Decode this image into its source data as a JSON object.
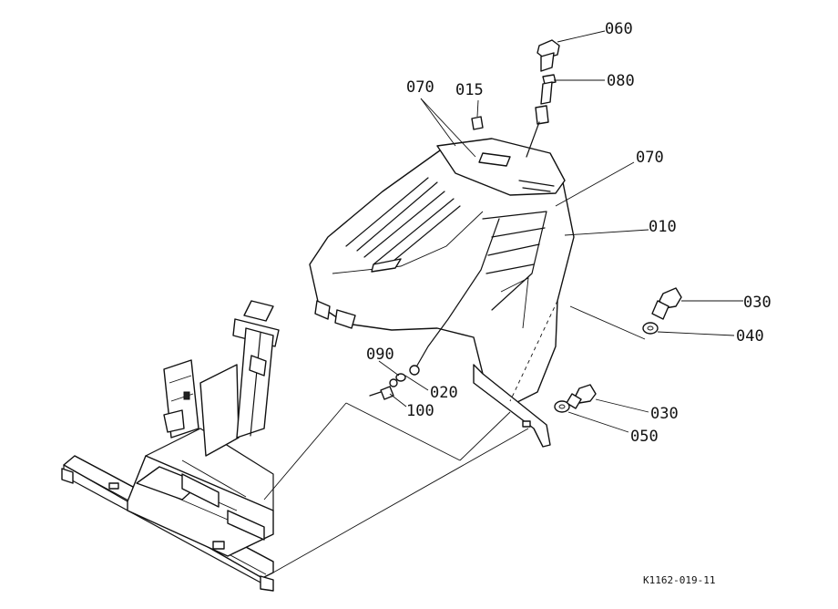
{
  "figure_id": "K1162-019-11",
  "callouts": {
    "c060": "060",
    "c080": "080",
    "c070a": "070",
    "c015": "015",
    "c070b": "070",
    "c010": "010",
    "c030a": "030",
    "c040": "040",
    "c090": "090",
    "c020": "020",
    "c100": "100",
    "c030b": "030",
    "c050": "050"
  }
}
